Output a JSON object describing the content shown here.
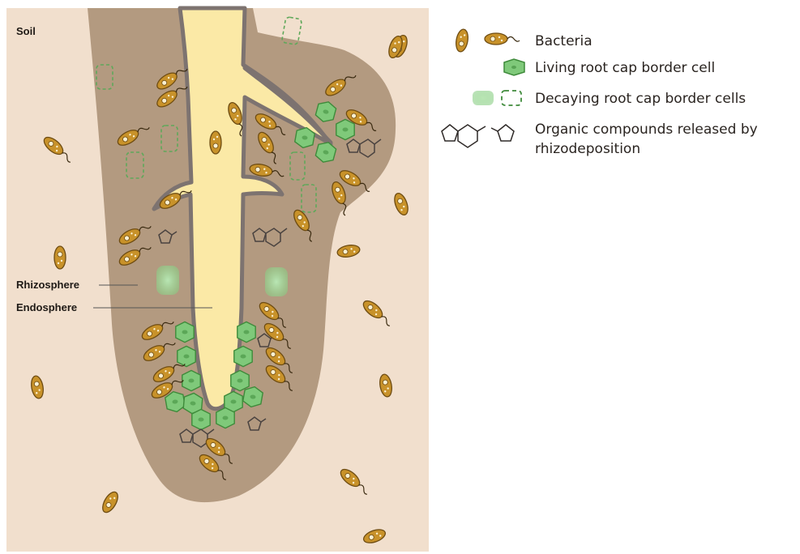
{
  "labels": {
    "soil": "Soil",
    "rhizosphere": "Rhizosphere",
    "endosphere": "Endosphere"
  },
  "legend": {
    "bacteria": "Bacteria",
    "living_cell": "Living root cap border cell",
    "decaying_cells": "Decaying  root cap border cells",
    "organic_line1": "Organic compounds released by",
    "organic_line2": "rhizodeposition"
  },
  "colors": {
    "soil": "#f1dfcd",
    "rhizosphere": "#b39a80",
    "root": "#fbe9a6",
    "root_outline": "#7d7370",
    "bacteria_fill": "#c8922a",
    "bacteria_outline": "#6e4c12",
    "living_cell": "#7fc97a",
    "living_cell_outline": "#3e8a3a",
    "decaying_cell": "#8ed08a"
  }
}
